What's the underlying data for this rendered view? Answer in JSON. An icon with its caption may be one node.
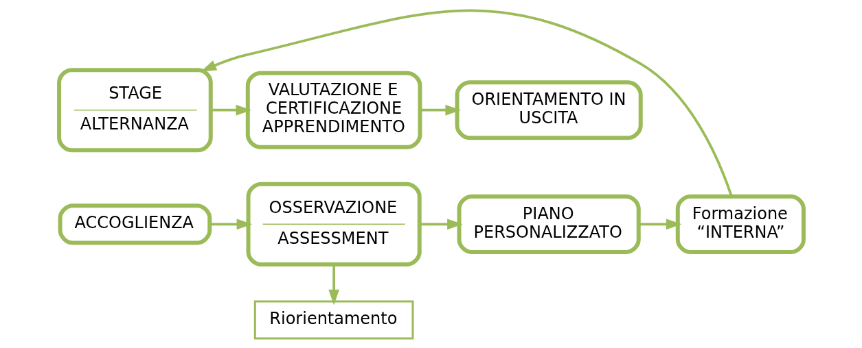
{
  "diagram": {
    "nodes": [
      {
        "text": [
          "Riorientamento"
        ]
      },
      {
        "text": [
          "ACCOGLIENZA"
        ]
      },
      {
        "text": [
          "OSSERVAZIONE",
          "ASSESSMENT"
        ]
      },
      {
        "text": [
          "PIANO PERSONALIZZATO"
        ]
      },
      {
        "text": [
          "Formazione “INTERNA”"
        ]
      },
      {
        "text": [
          "STAGE",
          "ALTERNANZA"
        ]
      },
      {
        "text": [
          "VALUTAZIONE E CERTIFICAZIONE APPRENDIMENTO"
        ]
      },
      {
        "text": [
          "ORIENTAMENTO IN USCITA"
        ]
      }
    ],
    "edges": [
      {
        "from": 1,
        "to": 2,
        "arrow": "to"
      },
      {
        "from": 2,
        "to": 3,
        "arrow": "to"
      },
      {
        "from": 2,
        "to": 0,
        "arrow": "to"
      },
      {
        "from": 3,
        "to": 4,
        "arrow": "to"
      },
      {
        "from": 4,
        "to": 5,
        "arrow": "to"
      },
      {
        "from": 5,
        "to": 6,
        "arrow": "to"
      },
      {
        "from": 6,
        "to": 7,
        "arrow": "to"
      }
    ]
  }
}
